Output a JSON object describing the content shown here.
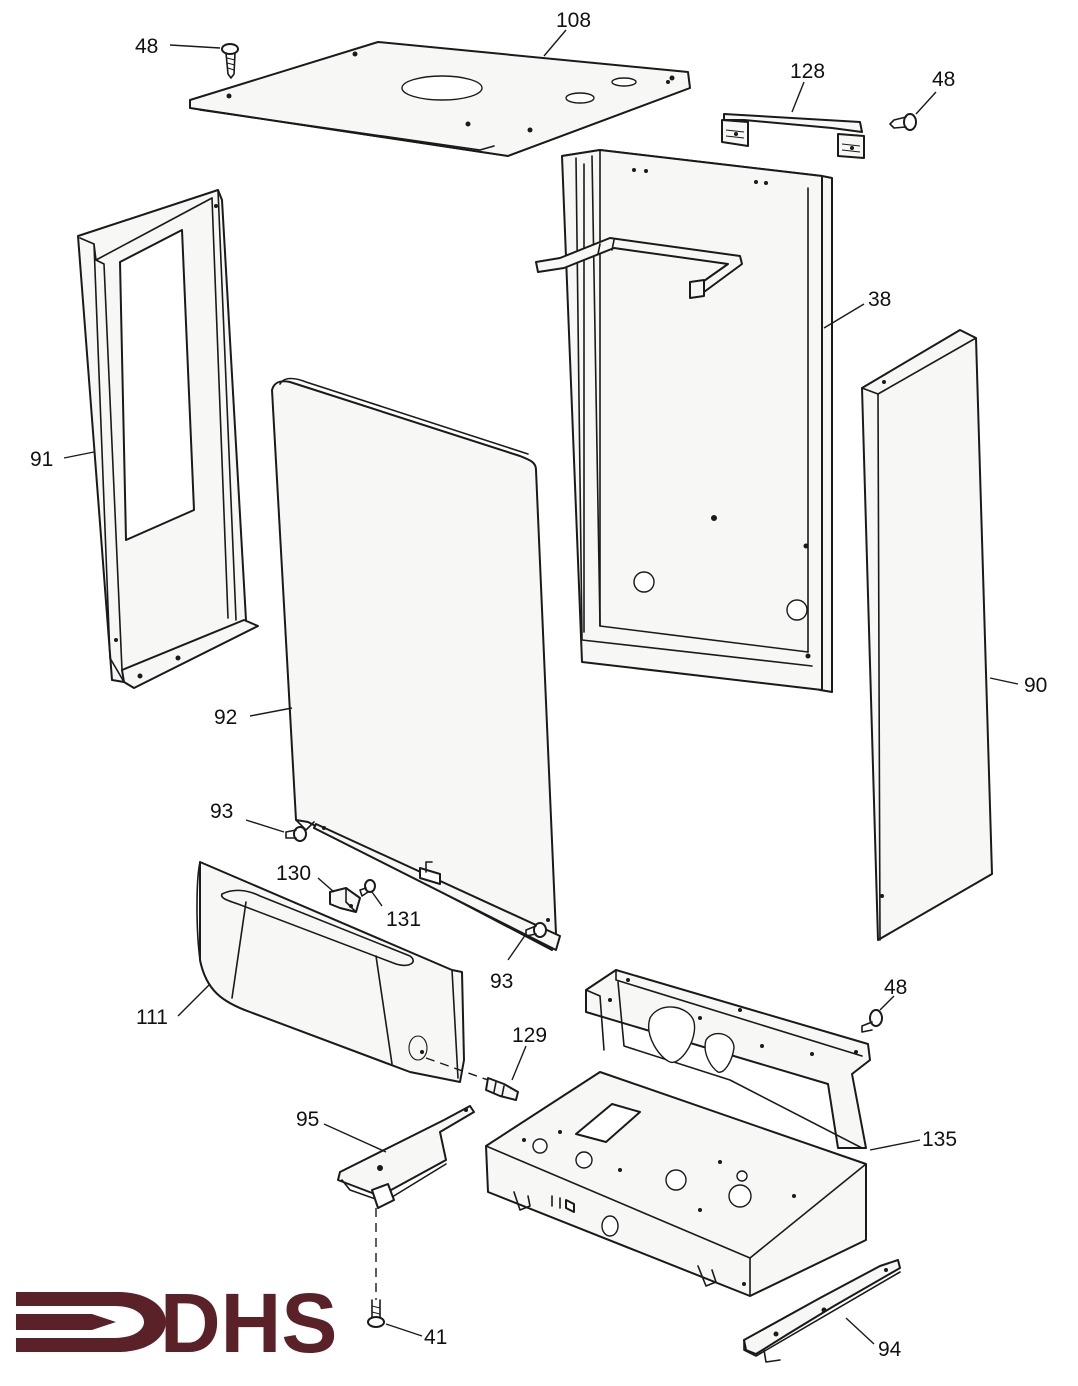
{
  "callouts": {
    "c48_top_left": "48",
    "c108": "108",
    "c128": "128",
    "c48_top_right": "48",
    "c38": "38",
    "c91": "91",
    "c90": "90",
    "c92": "92",
    "c93_left": "93",
    "c130": "130",
    "c131": "131",
    "c93_right": "93",
    "c111": "111",
    "c129": "129",
    "c48_right": "48",
    "c95": "95",
    "c135": "135",
    "c41": "41",
    "c94": "94"
  },
  "logo": {
    "text": "DHS",
    "color": "#5a2228",
    "icon": "arrow-icon"
  },
  "colors": {
    "line": "#1a1a1a",
    "background": "#ffffff"
  }
}
